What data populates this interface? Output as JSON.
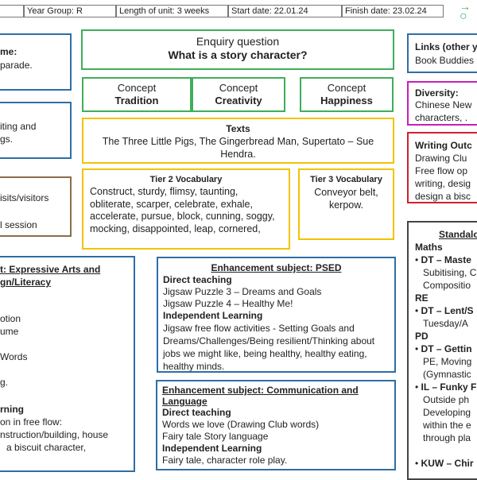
{
  "header": {
    "blank": "",
    "year_group": "Year Group: R",
    "length": "Length of unit:  3 weeks",
    "start": "Start date: 22.01.24",
    "finish": "Finish date: 23.02.24"
  },
  "logo_glyph": "→",
  "theme": {
    "title": "me:",
    "text": "parade."
  },
  "writing_box": {
    "line1": "iting and",
    "line2": "gs."
  },
  "visits": {
    "line1": "isits/visitors",
    "line2": "",
    "line3": "l session"
  },
  "enquiry": {
    "label": "Enquiry question",
    "question": "What is a story character?"
  },
  "concepts": [
    {
      "label": "Concept",
      "name": "Tradition"
    },
    {
      "label": "Concept",
      "name": "Creativity"
    },
    {
      "label": "Concept",
      "name": "Happiness"
    }
  ],
  "texts": {
    "title": "Texts",
    "body": "The Three Little Pigs, The Gingerbread Man, Supertato – Sue Hendra."
  },
  "tier2": {
    "title": "Tier 2 Vocabulary",
    "body": "Construct, sturdy, flimsy, taunting, obliterate, scarper, celebrate, exhale, accelerate, pursue, block, cunning, soggy, mocking, disappointed, leap, cornered,"
  },
  "tier3": {
    "title": "Tier 3 Vocabulary",
    "body": "Conveyor belt, kerpow."
  },
  "links": {
    "title": "Links (other y",
    "text": "Book Buddies"
  },
  "diversity": {
    "title": "Diversity:",
    "line1": "Chinese New",
    "line2": "characters, ."
  },
  "writing_outcome": {
    "title": "Writing Outc",
    "line1": "Drawing Clu",
    "line2": "Free flow op",
    "line3": "writing, desig",
    "line4": "design a bisc"
  },
  "standalone": {
    "title": "Standalo",
    "maths_heading": "Maths",
    "maths_item": "DT – Maste",
    "maths_l2": "Subitising, C",
    "maths_l3": "Compositio",
    "re_heading": "RE",
    "re_item": "DT – Lent/S",
    "re_l2": "Tuesday/A",
    "pd_heading": "PD",
    "pd_item": "DT – Gettin",
    "pd_l2": "PE, Moving",
    "pd_l3": "(Gymnastic",
    "il_item": "IL – Funky F",
    "il_l2": "Outside ph",
    "il_l3": "Developing",
    "il_l4": "within the e",
    "il_l5": "through pla",
    "kuw_item": "KUW – Chir"
  },
  "expressive": {
    "title1": "t: Expressive Arts and",
    "title2": "gn/Literacy",
    "l1": "otion",
    "l2": "ume",
    "l3": "Words",
    "l4": "g.",
    "l5": "rning",
    "l6": "on in free flow:",
    "l7": "nstruction/building, house",
    "l8": "a biscuit character,"
  },
  "psed": {
    "title": "Enhancement  subject: PSED",
    "direct": "Direct teaching",
    "d1": "Jigsaw Puzzle 3 – Dreams and Goals",
    "d2": "Jigsaw Puzzle 4 – Healthy Me!",
    "independent": "Independent Learning",
    "i1": "Jigsaw free flow activities - Setting Goals and Dreams/Challenges/Being resilient/Thinking about jobs we might like, being healthy, healthy eating, healthy minds."
  },
  "cl": {
    "title": "Enhancement subject: Communication and Language",
    "direct": "Direct teaching",
    "d1": "Words we love (Drawing Club words)",
    "d2": "Fairy tale Story language",
    "independent": "Independent Learning",
    "i1": "Fairy tale, character role play."
  }
}
